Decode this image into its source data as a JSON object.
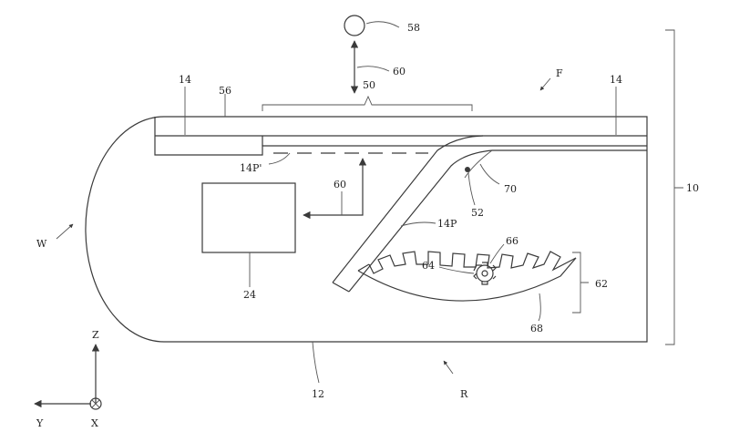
{
  "labels": {
    "l58": "58",
    "l60_top": "60",
    "lF": "F",
    "l14_left": "14",
    "l56": "56",
    "l50": "50",
    "l14_right": "14",
    "l14P_prime": "14P'",
    "l10": "10",
    "l60_mid": "60",
    "l70": "70",
    "l52": "52",
    "lW": "W",
    "l14P": "14P",
    "l66": "66",
    "l64": "64",
    "l62": "62",
    "l24": "24",
    "l68": "68",
    "lZ": "Z",
    "l12": "12",
    "lR": "R",
    "lY": "Y",
    "lX": "X"
  }
}
